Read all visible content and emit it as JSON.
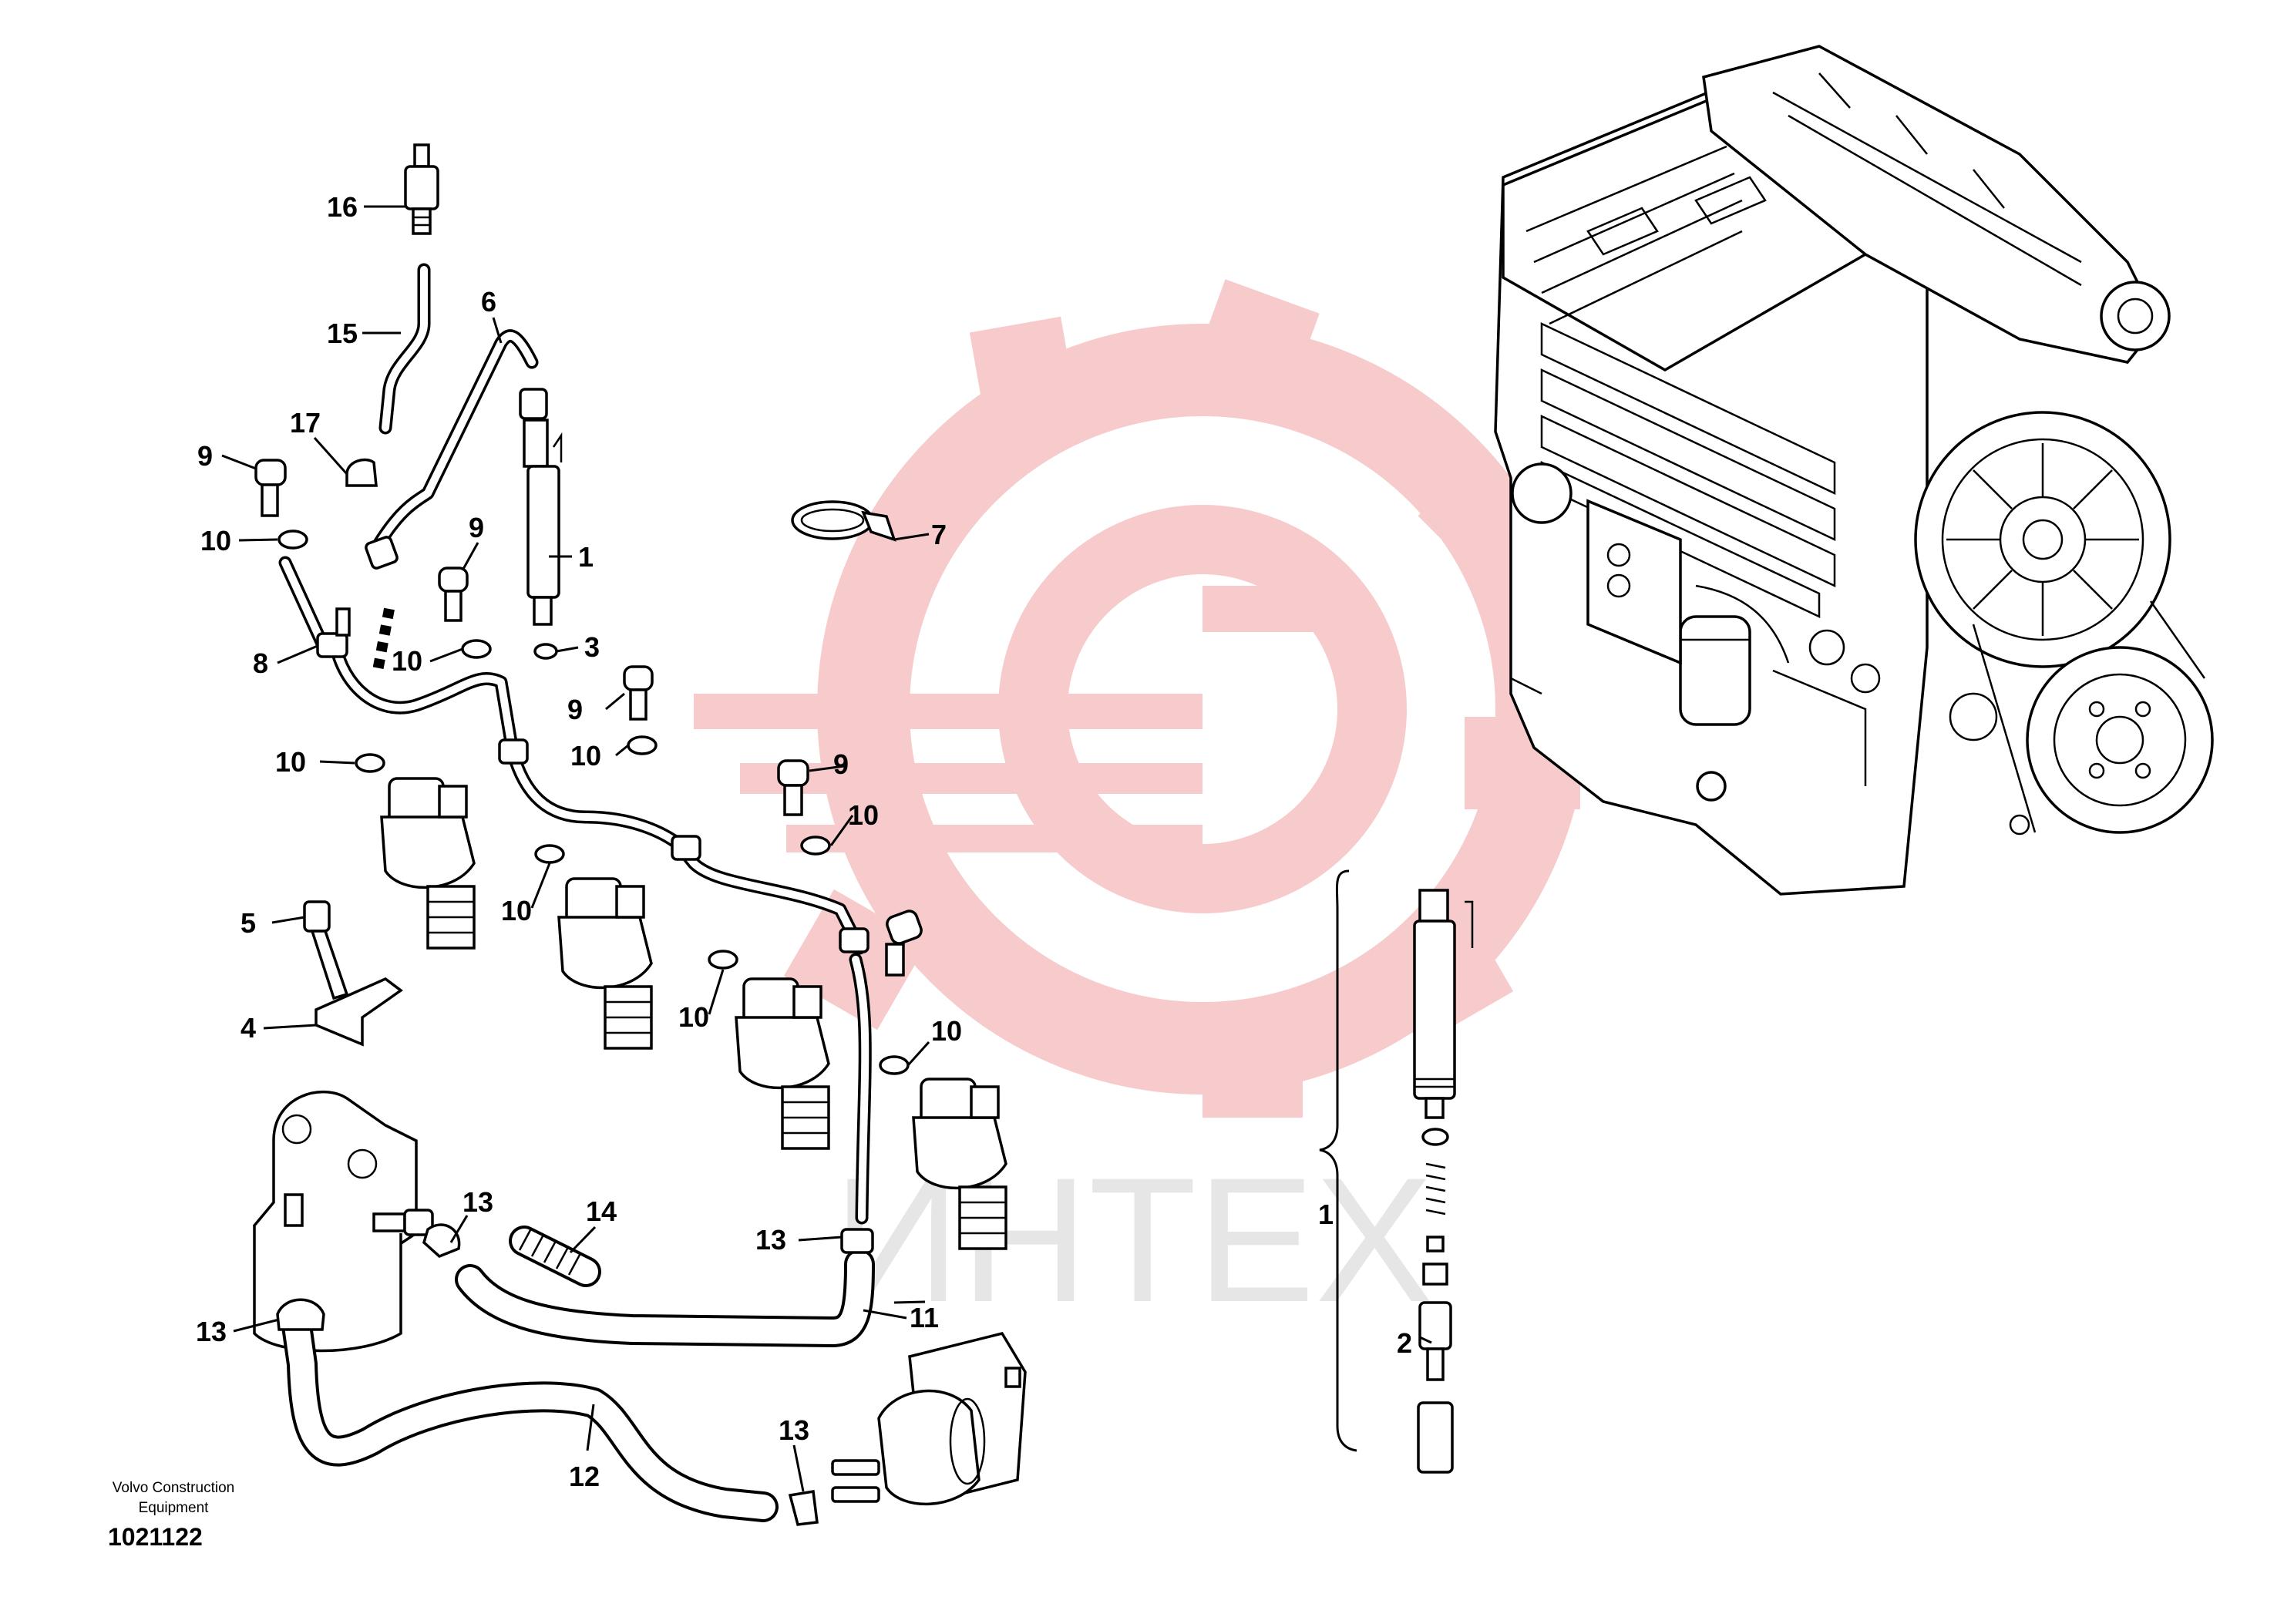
{
  "footer": {
    "brand_line1": "Volvo Construction",
    "brand_line2": "Equipment",
    "drawing_number": "1021122"
  },
  "watermark": {
    "text": "ИНТЕХ",
    "logo": "gear-logo",
    "color": "#f2a6a6"
  },
  "callouts": [
    {
      "id": "c16",
      "label": "16"
    },
    {
      "id": "c15",
      "label": "15"
    },
    {
      "id": "c6",
      "label": "6"
    },
    {
      "id": "c17",
      "label": "17"
    },
    {
      "id": "c9a",
      "label": "9"
    },
    {
      "id": "c10a",
      "label": "10"
    },
    {
      "id": "c9b",
      "label": "9"
    },
    {
      "id": "c1a",
      "label": "1"
    },
    {
      "id": "c3",
      "label": "3"
    },
    {
      "id": "c10b",
      "label": "10"
    },
    {
      "id": "c8",
      "label": "8"
    },
    {
      "id": "c9c",
      "label": "9"
    },
    {
      "id": "c10c",
      "label": "10"
    },
    {
      "id": "c10d",
      "label": "10"
    },
    {
      "id": "c9d",
      "label": "9"
    },
    {
      "id": "c10e",
      "label": "10"
    },
    {
      "id": "c5",
      "label": "5"
    },
    {
      "id": "c10f",
      "label": "10"
    },
    {
      "id": "c4",
      "label": "4"
    },
    {
      "id": "c10g",
      "label": "10"
    },
    {
      "id": "c10h",
      "label": "10"
    },
    {
      "id": "c7",
      "label": "7"
    },
    {
      "id": "c13a",
      "label": "13"
    },
    {
      "id": "c14",
      "label": "14"
    },
    {
      "id": "c13b",
      "label": "13"
    },
    {
      "id": "c11",
      "label": "11"
    },
    {
      "id": "c13c",
      "label": "13"
    },
    {
      "id": "c12",
      "label": "12"
    },
    {
      "id": "c13d",
      "label": "13"
    },
    {
      "id": "c1b",
      "label": "1"
    },
    {
      "id": "c2",
      "label": "2"
    }
  ]
}
